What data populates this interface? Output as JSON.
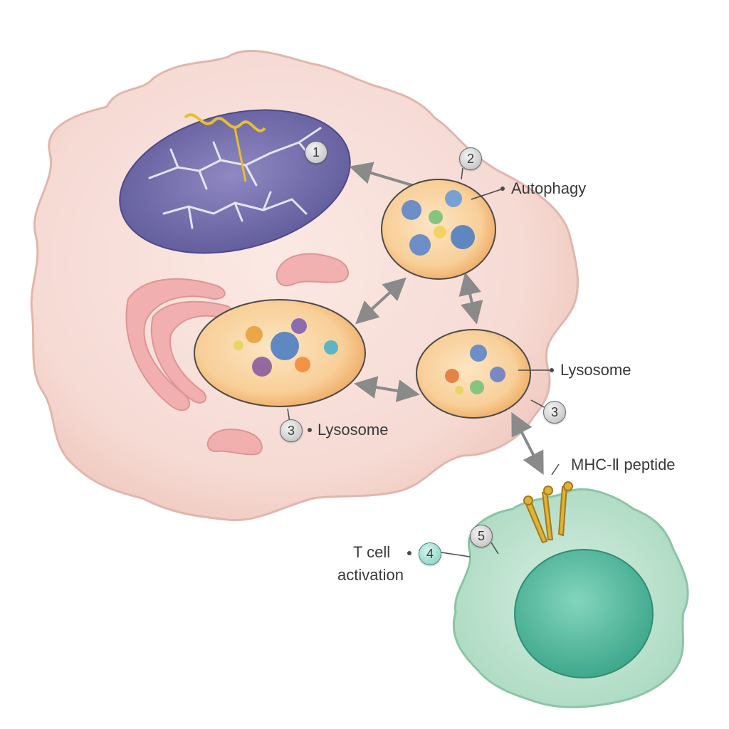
{
  "labels": {
    "autophagy": "Autophagy",
    "lysosome_right": "Lysosome",
    "lysosome_bottom": "Lysosome",
    "mhc": "MHC-Ⅱ peptide",
    "t_cell_line1": "T cell",
    "t_cell_line2": "activation"
  },
  "badges": {
    "b1": "1",
    "b2": "2",
    "b3_right": "3",
    "b3_bottom": "3",
    "b4": "4",
    "b5": "5"
  },
  "colors": {
    "cell_fill": "#f6dcd6",
    "cell_edge": "#e2b7ad",
    "nucleus": "#7a73b0",
    "vesicle": "#f6c58f",
    "t_cell": "#bfe3cf",
    "t_nucleus": "#5cbfa2",
    "arrow": "#8a8a8a"
  }
}
